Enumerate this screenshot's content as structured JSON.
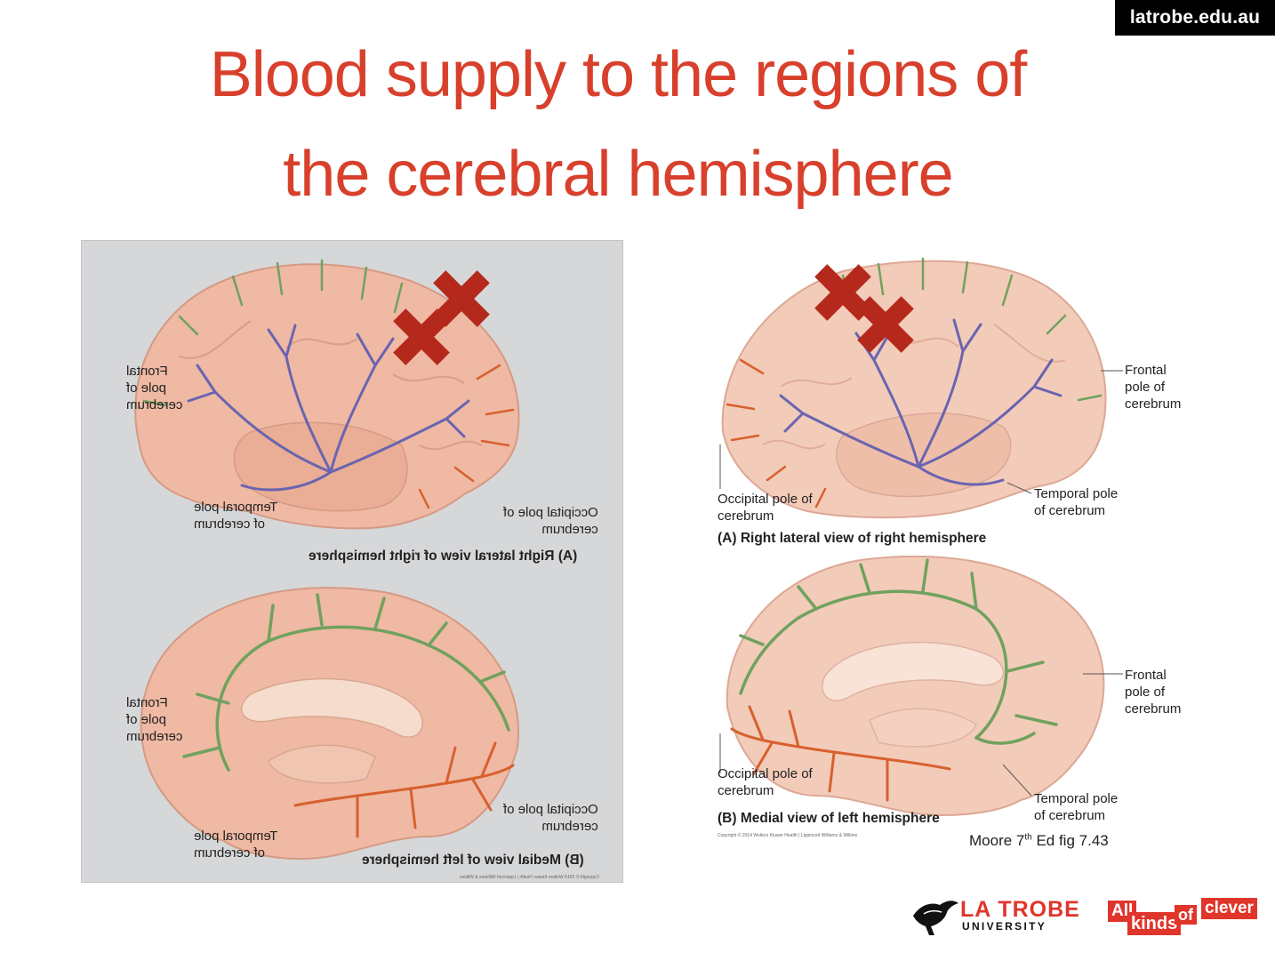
{
  "header": {
    "url_badge": "latrobe.edu.au"
  },
  "title": {
    "line1": "Blood supply to the regions of",
    "line2": "the cerebral hemisphere"
  },
  "right_figure": {
    "panel_a": {
      "frontal_label": "Frontal\npole of\ncerebrum",
      "occipital_label": "Occipital pole of\ncerebrum",
      "temporal_label": "Temporal pole\nof cerebrum",
      "caption": "(A) Right lateral view of right hemisphere"
    },
    "panel_b": {
      "frontal_label": "Frontal\npole of\ncerebrum",
      "occipital_label": "Occipital pole of\ncerebrum",
      "temporal_label": "Temporal pole\nof cerebrum",
      "caption": "(B) Medial view of left hemisphere"
    },
    "copyright": "Copyright © 2014 Wolters Kluwer Health | Lippincott Williams & Wilkins"
  },
  "left_figure": {
    "panel_a": {
      "frontal_label": "Frontal\npole of\ncerebrum",
      "temporal_label": "Temporal pole\nof cerebrum",
      "occipital_label": "Occipital pole of\ncerebrum",
      "caption": "(A) Right lateral view of right hemisphere"
    },
    "panel_b": {
      "frontal_label": "Frontal\npole of\ncerebrum",
      "temporal_label": "Temporal pole\nof cerebrum",
      "occipital_label": "Occipital pole of\ncerebrum",
      "caption": "(B) Medial view of left hemisphere"
    },
    "copyright": "Copyright © 2014 Wolters Kluwer Health | Lippincott Williams & Wilkins"
  },
  "citation": {
    "text": "Moore 7",
    "sup": "th",
    "rest": " Ed fig 7.43"
  },
  "footer": {
    "university_name": "LA TROBE",
    "university_sub": "UNIVERSITY",
    "tagline_1": "All",
    "tagline_2": "kinds",
    "tagline_3": "of",
    "tagline_4": "clever"
  },
  "colors": {
    "title": "#d8402c",
    "brain": "#efb9a3",
    "anterior_artery": "#6fa25e",
    "middle_artery": "#6a64b0",
    "posterior_artery": "#d8602e",
    "marker": "#b5281c"
  }
}
